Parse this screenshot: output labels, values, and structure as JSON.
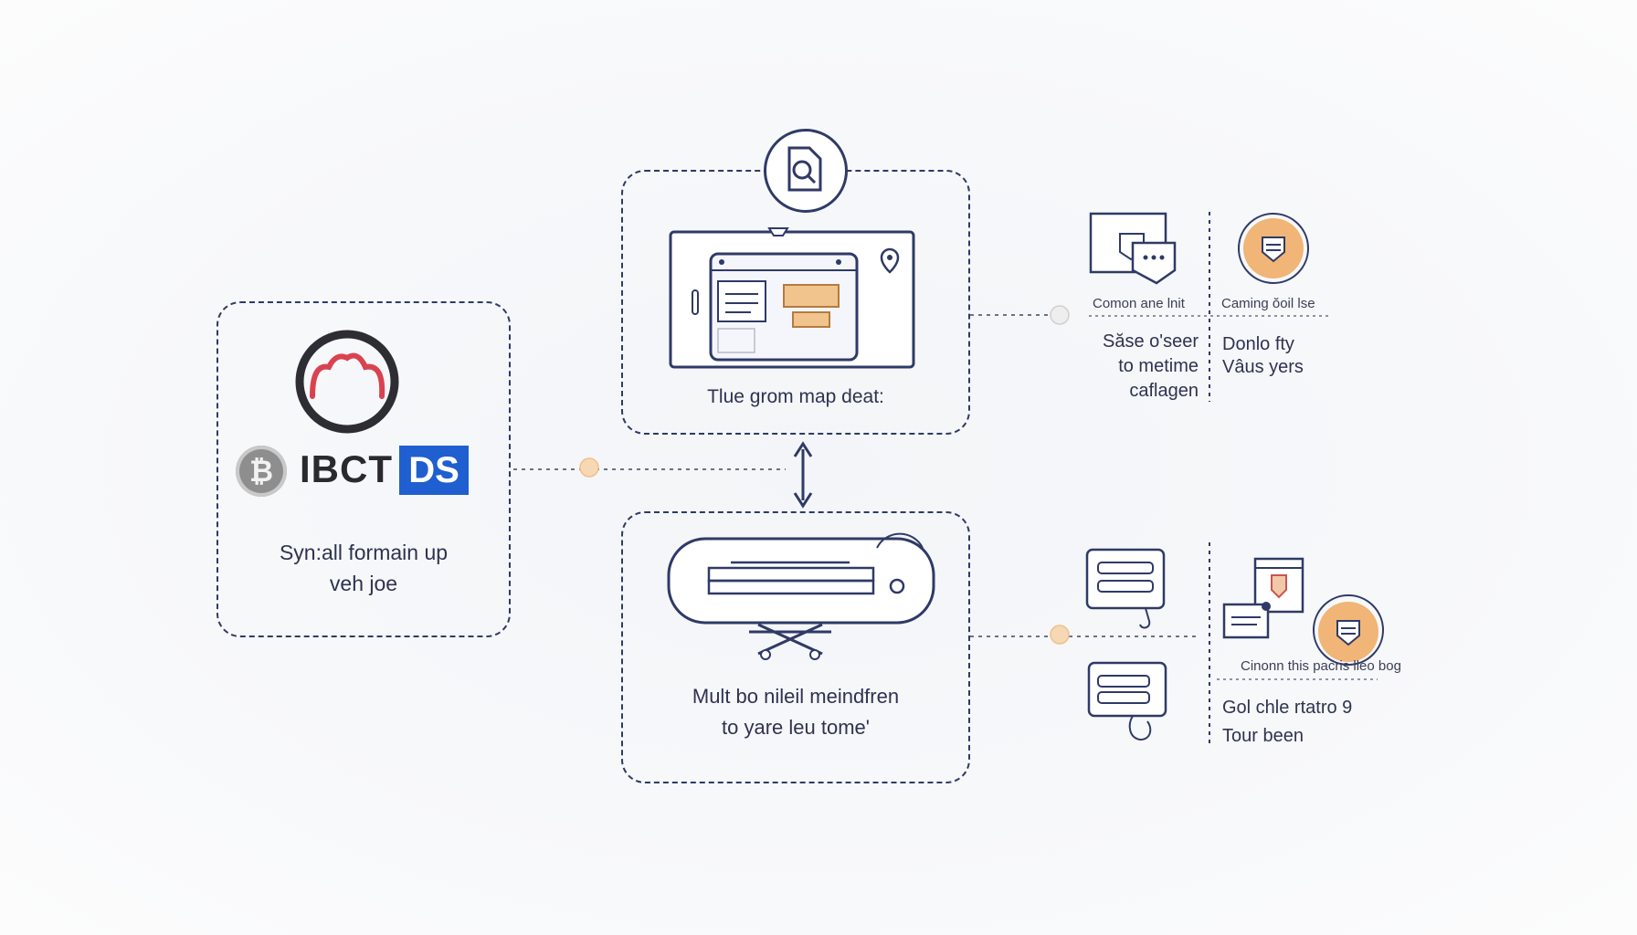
{
  "left_card": {
    "brand_mark": "IBCT",
    "brand_badge": "DS",
    "bitcoin_symbol": "₿",
    "caption_line1": "Syn:all formain up",
    "caption_line2": "veh joe"
  },
  "top_card": {
    "caption": "Tlue grom map deat:"
  },
  "bottom_card": {
    "caption_line1": "Mult bo nileil meindfren",
    "caption_line2": "to yare leu tome'"
  },
  "top_right": {
    "label_left": "Comon ane lnit",
    "label_right": "Caming ŏoil lse",
    "text_left_line1": "Săse o'seer",
    "text_left_line2": "to metime",
    "text_left_line3": "caflagen",
    "text_right_line1": "Donlo fty",
    "text_right_line2": "Vâus yers"
  },
  "bottom_right": {
    "label": "Cinonn this pacris lleo bog",
    "text_line1": "Gol chle rtatro 9",
    "text_line2": "Tour been"
  },
  "colors": {
    "navy": "#2f3a66",
    "orange": "#f0b577",
    "red_arc": "#d9434f",
    "blue_badge": "#1f5fcf"
  }
}
